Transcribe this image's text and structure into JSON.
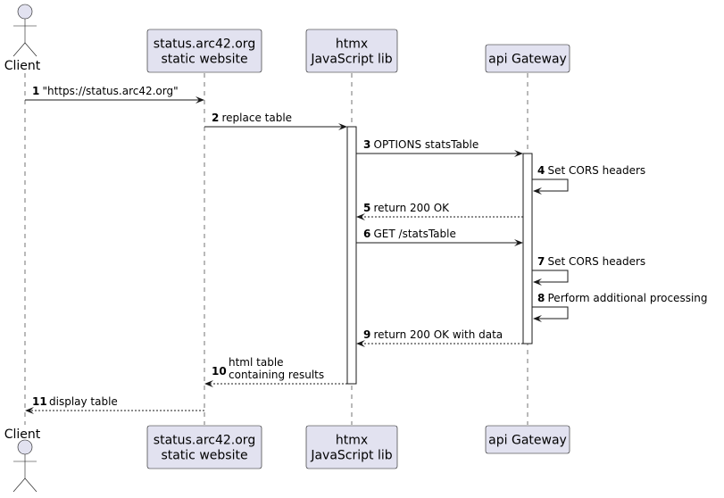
{
  "diagram": {
    "type": "sequence",
    "participants": [
      {
        "id": "client",
        "kind": "actor",
        "label": [
          "Client"
        ]
      },
      {
        "id": "static",
        "kind": "participant",
        "label": [
          "status.arc42.org",
          "static website"
        ]
      },
      {
        "id": "htmx",
        "kind": "participant",
        "label": [
          "htmx",
          "JavaScript lib"
        ]
      },
      {
        "id": "api",
        "kind": "participant",
        "label": [
          "api Gateway"
        ]
      }
    ],
    "messages": [
      {
        "num": "1",
        "from": "client",
        "to": "static",
        "text": [
          "\"https://status.arc42.org\""
        ],
        "style": "solid"
      },
      {
        "num": "2",
        "from": "static",
        "to": "htmx",
        "text": [
          "replace table"
        ],
        "style": "solid"
      },
      {
        "num": "3",
        "from": "htmx",
        "to": "api",
        "text": [
          "OPTIONS statsTable"
        ],
        "style": "solid"
      },
      {
        "num": "4",
        "from": "api",
        "to": "api",
        "text": [
          "Set CORS headers"
        ],
        "style": "solid"
      },
      {
        "num": "5",
        "from": "api",
        "to": "htmx",
        "text": [
          "return 200 OK"
        ],
        "style": "dashed"
      },
      {
        "num": "6",
        "from": "htmx",
        "to": "api",
        "text": [
          "GET /statsTable"
        ],
        "style": "solid"
      },
      {
        "num": "7",
        "from": "api",
        "to": "api",
        "text": [
          "Set CORS headers"
        ],
        "style": "solid"
      },
      {
        "num": "8",
        "from": "api",
        "to": "api",
        "text": [
          "Perform additional processing"
        ],
        "style": "solid"
      },
      {
        "num": "9",
        "from": "api",
        "to": "htmx",
        "text": [
          "return 200 OK with data"
        ],
        "style": "dashed"
      },
      {
        "num": "10",
        "from": "htmx",
        "to": "static",
        "text": [
          "html table",
          "containing results"
        ],
        "style": "dashed"
      },
      {
        "num": "11",
        "from": "static",
        "to": "client",
        "text": [
          "display table"
        ],
        "style": "dashed"
      }
    ],
    "colors": {
      "participant_fill": "#E2E2F0",
      "line": "#181818",
      "background": "#FFFFFF"
    }
  }
}
